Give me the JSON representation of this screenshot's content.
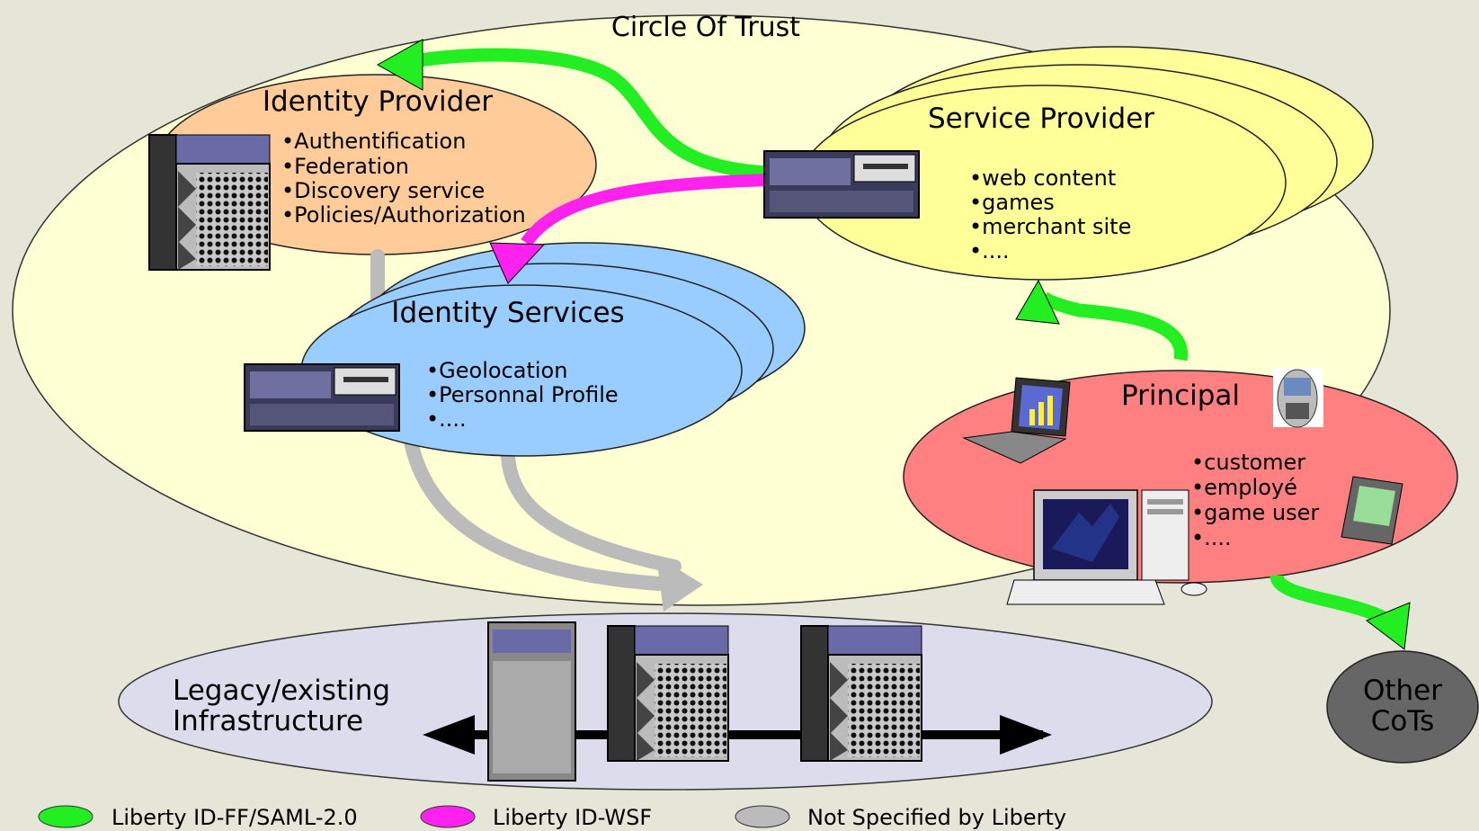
{
  "diagram": {
    "circle_of_trust": {
      "title": "Circle Of Trust"
    },
    "identity_provider": {
      "title": "Identity Provider",
      "bullets": [
        "•Authentification",
        "•Federation",
        "•Discovery service",
        "•Policies/Authorization"
      ]
    },
    "service_provider": {
      "title": "Service Provider",
      "bullets": [
        "•web content",
        "•games",
        "•merchant site",
        "•...."
      ]
    },
    "identity_services": {
      "title": "Identity Services",
      "bullets": [
        "•Geolocation",
        "•Personnal Profile",
        "•...."
      ]
    },
    "principal": {
      "title": "Principal",
      "bullets": [
        "•customer",
        "•employé",
        "•game user",
        "•...."
      ]
    },
    "legacy": {
      "line1": "Legacy/existing",
      "line2": "Infrastructure"
    },
    "other_cots": {
      "line1": "Other",
      "line2": "CoTs"
    },
    "legend": [
      {
        "label": "Liberty ID-FF/SAML-2.0",
        "color": "#22ee22"
      },
      {
        "label": "Liberty ID-WSF",
        "color": "#ff22ee"
      },
      {
        "label": "Not Specified by Liberty",
        "color": "#bbbbbb"
      }
    ],
    "colors": {
      "background": "#e6e6d8",
      "circle_of_trust": "#ffffd4",
      "identity_provider": "#ffcc99",
      "service_provider": "#ffff99",
      "identity_services": "#99ccff",
      "principal": "#ff8080",
      "legacy": "#dcdcec",
      "other_cots": "#666666",
      "green_arrow": "#22ee22",
      "magenta_arrow": "#ff22ee",
      "gray_arrow": "#bbbbbb"
    }
  }
}
